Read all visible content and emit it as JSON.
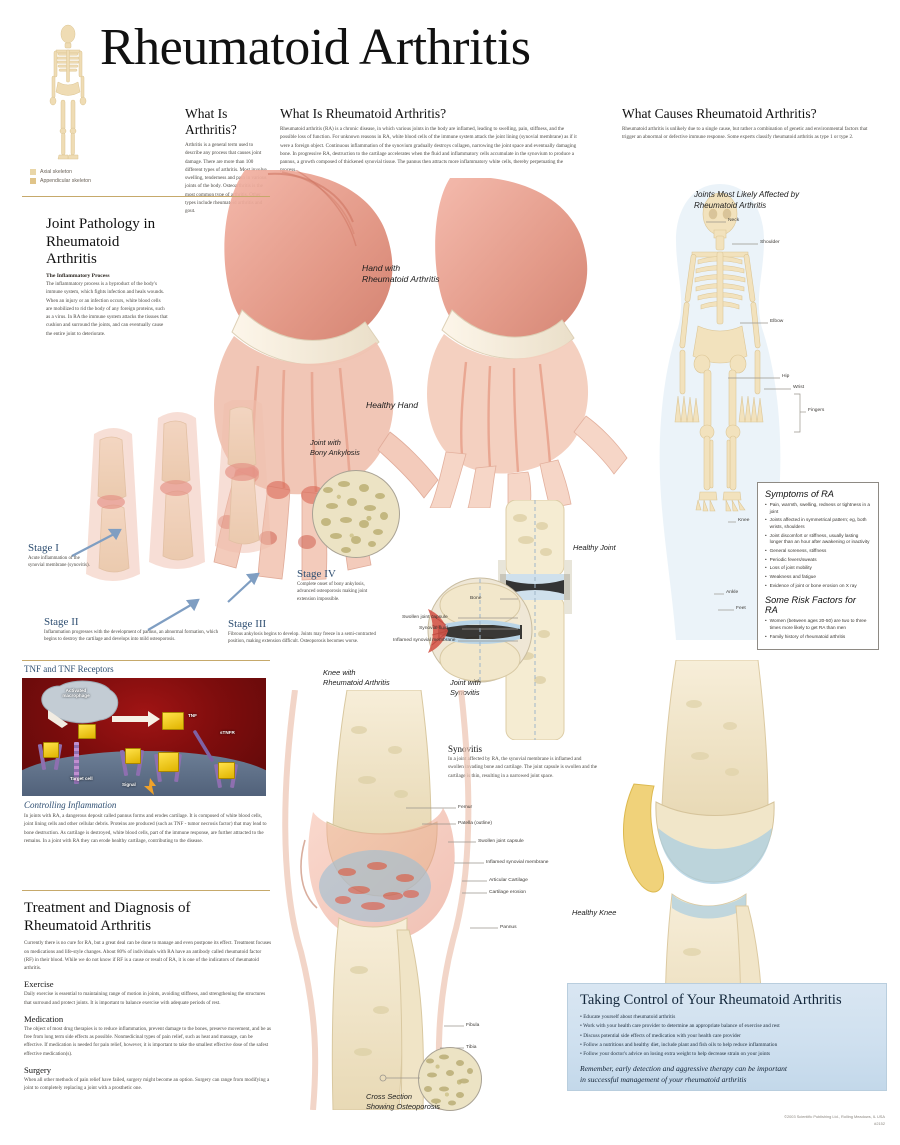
{
  "poster": {
    "title": "Rheumatoid Arthritis",
    "copyright_line1": "©2003 Scientific Publishing Ltd., Rolling Meadows, IL USA",
    "copyright_line2": "#2152"
  },
  "skeleton_legend": {
    "items": [
      {
        "label": "Axial skeleton",
        "color": "#e9d6a8"
      },
      {
        "label": "Appendicular skeleton",
        "color": "#e0c489"
      }
    ]
  },
  "intro_columns": [
    {
      "heading": "What Is Arthritis?",
      "body": "Arthritis is a general term used to describe any process that causes joint damage. There are more than 100 different types of arthritis. Most involve swelling, tenderness and pain in various joints of the body. Osteoarthritis is the most common type of arthritis. Other types include rheumatoid arthritis and gout."
    },
    {
      "heading": "What Is Rheumatoid Arthritis?",
      "body": "Rheumatoid arthritis (RA) is a chronic disease, in which various joints in the body are inflamed, leading to swelling, pain, stiffness, and the possible loss of function. For unknown reasons in RA, white blood cells of the immune system attack the joint lining (synovial membrane) as if it were a foreign object. Continuous inflammation of the synovium gradually destroys collagen, narrowing the joint space and eventually damaging bone. In progressive RA, destruction to the cartilage accelerates when the fluid and inflammatory cells accumulate in the synovium to produce a pannus, a growth composed of thickened synovial tissue. The pannus then attracts more inflammatory white cells, thereby perpetuating the process."
    },
    {
      "heading": "What Causes Rheumatoid Arthritis?",
      "body": "Rheumatoid arthritis is unlikely due to a single cause, but rather a combination of genetic and environmental factors that trigger an abnormal or defective immune response. Some experts classify rheumatoid arthritis as type 1 or type 2."
    }
  ],
  "joint_pathology": {
    "heading_line1": "Joint Pathology in",
    "heading_line2": "Rheumatoid Arthritis",
    "sub_heading": "The Inflammatory Process",
    "body": "The inflammatory process is a byproduct of the body's immune system, which fights infection and heals wounds. When an injury or an infection occurs, white blood cells are mobilized to rid the body of any foreign proteins, such as a virus. In RA the immune system attacks the tissues that cushion and surround the joints, and can eventually cause the entire joint to deteriorate."
  },
  "stages": [
    {
      "name": "Stage I",
      "text": "Acute inflammation of the synovial membrane (synovitis)."
    },
    {
      "name": "Stage II",
      "text": "Inflammation progresses with the development of pannus, an abnormal formation, which begins to destroy the cartilage and develops into mild osteoporosis."
    },
    {
      "name": "Stage III",
      "text": "Fibrous ankylosis begins to develop. Joints may freeze in a semi-contracted position, making extension difficult. Osteoporosis becomes worse."
    },
    {
      "name": "Stage IV",
      "text": "Complete onset of bony ankylosis, advanced osteoporosis making joint extension impossible."
    }
  ],
  "illustration_labels": {
    "hand_ra_line1": "Hand with",
    "hand_ra_line2": "Rheumatoid Arthritis",
    "healthy_hand": "Healthy Hand",
    "bony_ankylosis_line1": "Joint with",
    "bony_ankylosis_line2": "Bony Ankylosis",
    "healthy_joint": "Healthy Joint",
    "joint_synovitis_line1": "Joint with",
    "joint_synovitis_line2": "Synovitis",
    "knee_ra_line1": "Knee with",
    "knee_ra_line2": "Rheumatoid Arthritis",
    "healthy_knee": "Healthy Knee",
    "cross_section_line1": "Cross Section",
    "cross_section_line2": "Showing Osteoporosis",
    "joints_affected_line1": "Joints Most Likely Affected by",
    "joints_affected_line2": "Rheumatoid Arthritis"
  },
  "synovitis_block": {
    "heading": "Synovitis",
    "body": "In a joint affected by RA, the synovial membrane is inflamed and swollen invading bone and cartilage. The joint capsule is swollen and the cartilage is thin, resulting in a narrowed joint space."
  },
  "joint_callouts": [
    {
      "label": "Bone"
    },
    {
      "label": "Swollen joint capsule"
    },
    {
      "label": "Synovial fluid"
    },
    {
      "label": "Inflamed synovial membrane"
    }
  ],
  "knee_callouts": [
    {
      "label": "Femur"
    },
    {
      "label": "Patella (outline)"
    },
    {
      "label": "Swollen joint capsule"
    },
    {
      "label": "Inflamed synovial membrane"
    },
    {
      "label": "Articular Cartilage"
    },
    {
      "label": "Cartilage erosion"
    },
    {
      "label": "Pannus"
    },
    {
      "label": "Fibula"
    },
    {
      "label": "Tibia"
    }
  ],
  "body_joint_labels": [
    {
      "label": "Neck"
    },
    {
      "label": "Shoulder"
    },
    {
      "label": "Elbow"
    },
    {
      "label": "Hip"
    },
    {
      "label": "Wrist"
    },
    {
      "label": "Fingers"
    },
    {
      "label": "Knee"
    },
    {
      "label": "Ankle"
    },
    {
      "label": "Feet"
    }
  ],
  "symptoms_box": {
    "heading": "Symptoms of RA",
    "items": [
      "Pain, warmth, swelling, redness or tightness in a joint",
      "Joints affected in symmetrical pattern; eg, both wrists, shoulders",
      "Joint discomfort or stiffness, usually lasting longer than an hour after awakening or inactivity",
      "General soreness, stiffness",
      "Periodic fevers/sweats",
      "Loss of joint mobility",
      "Weakness and fatigue",
      "Evidence of joint or bone erosion on X ray"
    ],
    "risk_heading": "Some Risk Factors for RA",
    "risk_items": [
      "Women (between ages 20-50) are two to three times more likely to get RA than men",
      "Family history of rheumatoid arthritis"
    ]
  },
  "tnf_panel": {
    "heading": "TNF and TNF Receptors",
    "labels": {
      "activated_macrophage_line1": "Activated",
      "activated_macrophage_line2": "macrophage",
      "tnf": "TNF",
      "stnfr": "sTNFR",
      "target_cell": "Target cell",
      "signal": "Signal"
    },
    "caption_heading": "Controlling Inflammation",
    "caption_body": "In joints with RA, a dangerous deposit called pannus forms and erodes cartilage. It is composed of white blood cells, joint lining cells and other cellular debris. Proteins are produced (such as TNF - tumor necrosis factor) that may lead to bone destruction. As cartilage is destroyed, white blood cells, part of the immune response, are further attracted to the remains. In a joint with RA they can erode healthy cartilage, contributing to the disease."
  },
  "treatment": {
    "heading_line1": "Treatment and Diagnosis of",
    "heading_line2": "Rheumatoid Arthritis",
    "body": "Currently there is no cure for RA, but a great deal can be done to manage and even postpone its effect. Treatment focuses on medications and life-style changes. About 80% of individuals with RA have an antibody called rheumatoid factor (RF) in their blood. While we do not know if RF is a cause or result of RA, it is one of the indicators of rheumatoid arthritis.",
    "sections": [
      {
        "heading": "Exercise",
        "body": "Daily exercise is essential to maintaining range of motion in joints, avoiding stiffness, and strengthening the structures that surround and protect joints. It is important to balance exercise with adequate periods of rest."
      },
      {
        "heading": "Medication",
        "body": "The object of most drug therapies is to reduce inflammation, prevent damage to the bones, preserve movement, and be as free from long term side effects as possible. Nonmedicinal types of pain relief, such as heat and massage, can be effective. If medication is needed for pain relief, however, it is important to take the smallest effective dose of the safest effective medication(s)."
      },
      {
        "heading": "Surgery",
        "body": "When all other methods of pain relief have failed, surgery might become an option. Surgery can range from modifying a joint to completely replacing a joint with a prosthetic one."
      }
    ]
  },
  "taking_control": {
    "heading": "Taking Control of Your Rheumatoid Arthritis",
    "items": [
      "Educate yourself about rheumatoid arthritis",
      "Work with your health care provider to determine an appropriate balance of exercise and rest",
      "Discuss potential side effects of medication with your health care provider",
      "Follow a nutritious and healthy diet, include plant and fish oils to help reduce inflammation",
      "Follow your doctor's advice on losing extra weight to help decrease strain on your joints"
    ],
    "footer_line1": "Remember, early detection and aggressive therapy can be important",
    "footer_line2": "in successful management of your rheumatoid arthritis"
  }
}
